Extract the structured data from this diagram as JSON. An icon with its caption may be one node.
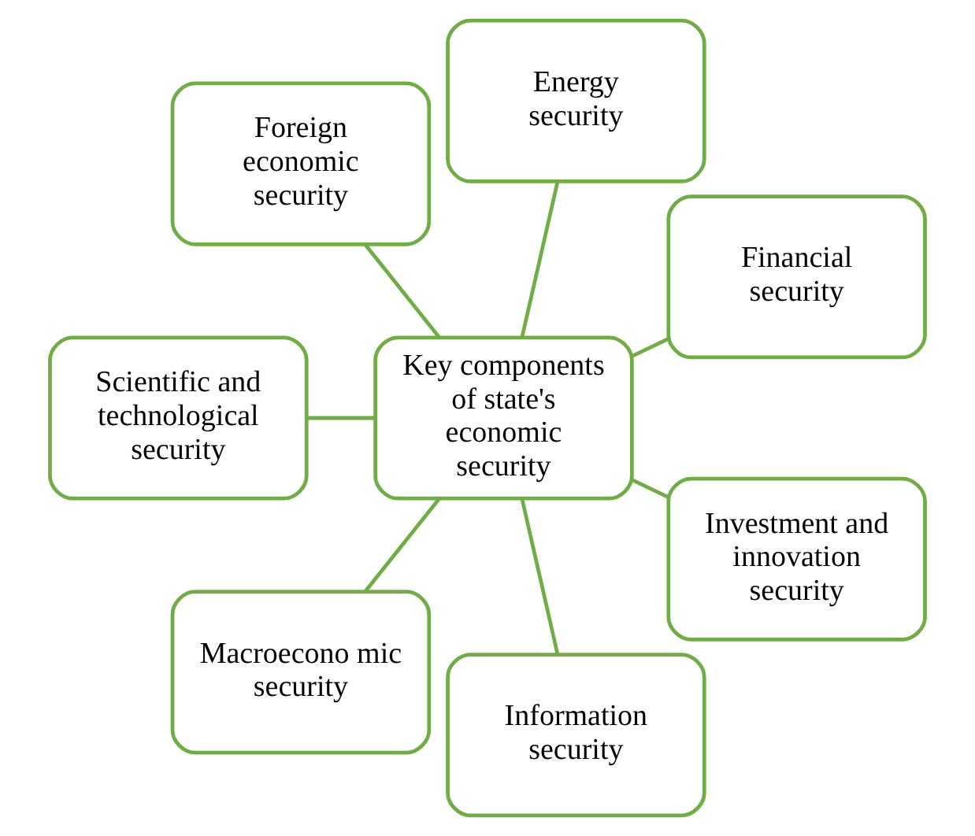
{
  "diagram": {
    "nodes": [
      {
        "text": [
          "Financial security"
        ]
      },
      {
        "text": [
          "Energy security"
        ]
      },
      {
        "text": [
          "Foreign economic security"
        ]
      },
      {
        "text": [
          "Key components of state's economic security"
        ]
      },
      {
        "text": [
          "Scientific and technological security"
        ]
      },
      {
        "text": [
          "Macroecono mic security"
        ]
      },
      {
        "text": [
          "Information security"
        ]
      },
      {
        "text": [
          "Investment and innovation security"
        ]
      }
    ],
    "edges": [
      {
        "from": 3,
        "to": 0,
        "arrow": "none"
      },
      {
        "from": 3,
        "to": 1,
        "arrow": "none"
      },
      {
        "from": 3,
        "to": 2,
        "arrow": "none"
      },
      {
        "from": 3,
        "to": 4,
        "arrow": "none"
      },
      {
        "from": 3,
        "to": 5,
        "arrow": "none"
      },
      {
        "from": 3,
        "to": 6,
        "arrow": "none"
      },
      {
        "from": 3,
        "to": 7,
        "arrow": "none"
      }
    ]
  }
}
